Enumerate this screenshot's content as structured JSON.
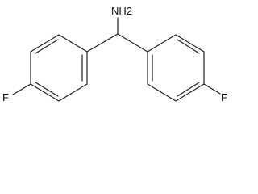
{
  "molecule": {
    "amine_label": "NH2",
    "left_halogen_label": "F",
    "right_halogen_label": "F"
  }
}
